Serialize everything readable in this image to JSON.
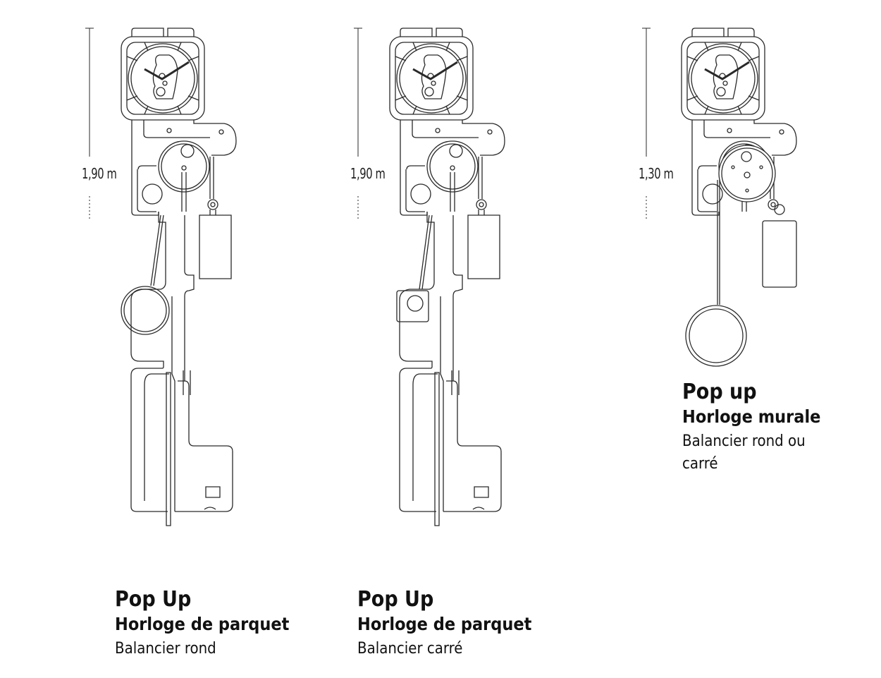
{
  "models": [
    {
      "height": "1,90 m",
      "title": "Pop Up",
      "subtitle": "Horloge de parquet",
      "description": "Balancier rond",
      "pendulum": "round"
    },
    {
      "height": "1,90 m",
      "title": "Pop Up",
      "subtitle": "Horloge de parquet",
      "description": "Balancier carré",
      "pendulum": "square"
    },
    {
      "height": "1,30 m",
      "title": "Pop up",
      "subtitle": "Horloge murale",
      "description": "Balancier rond ou carré",
      "pendulum": "round"
    }
  ],
  "colors": {
    "line": "#2a2a2a",
    "text": "#111111"
  }
}
